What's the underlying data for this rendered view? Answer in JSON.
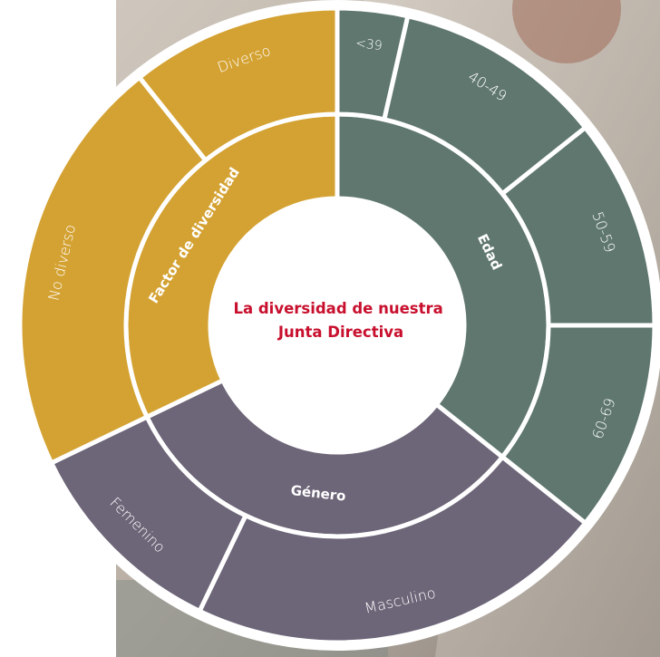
{
  "chart_data": {
    "type": "sunburst",
    "title_lines": [
      "La diversidad de nuestra",
      "Junta Directiva"
    ],
    "groups": [
      {
        "name": "Edad",
        "color": "#5f776e",
        "children": [
          {
            "name": "<39",
            "value": 1
          },
          {
            "name": "40-49",
            "value": 3
          },
          {
            "name": "50-59",
            "value": 3
          },
          {
            "name": "60-69",
            "value": 3
          }
        ]
      },
      {
        "name": "Género",
        "color": "#6d6578",
        "children": [
          {
            "name": "Masculino",
            "value": 6
          },
          {
            "name": "Femenino",
            "value": 3
          }
        ]
      },
      {
        "name": "Factor de diversidad",
        "color": "#d4a232",
        "children": [
          {
            "name": "No diverso",
            "value": 6
          },
          {
            "name": "Diverso",
            "value": 3
          }
        ]
      }
    ]
  },
  "colors": {
    "title": "#c8102e",
    "separator": "#ffffff",
    "center": "#ffffff"
  }
}
